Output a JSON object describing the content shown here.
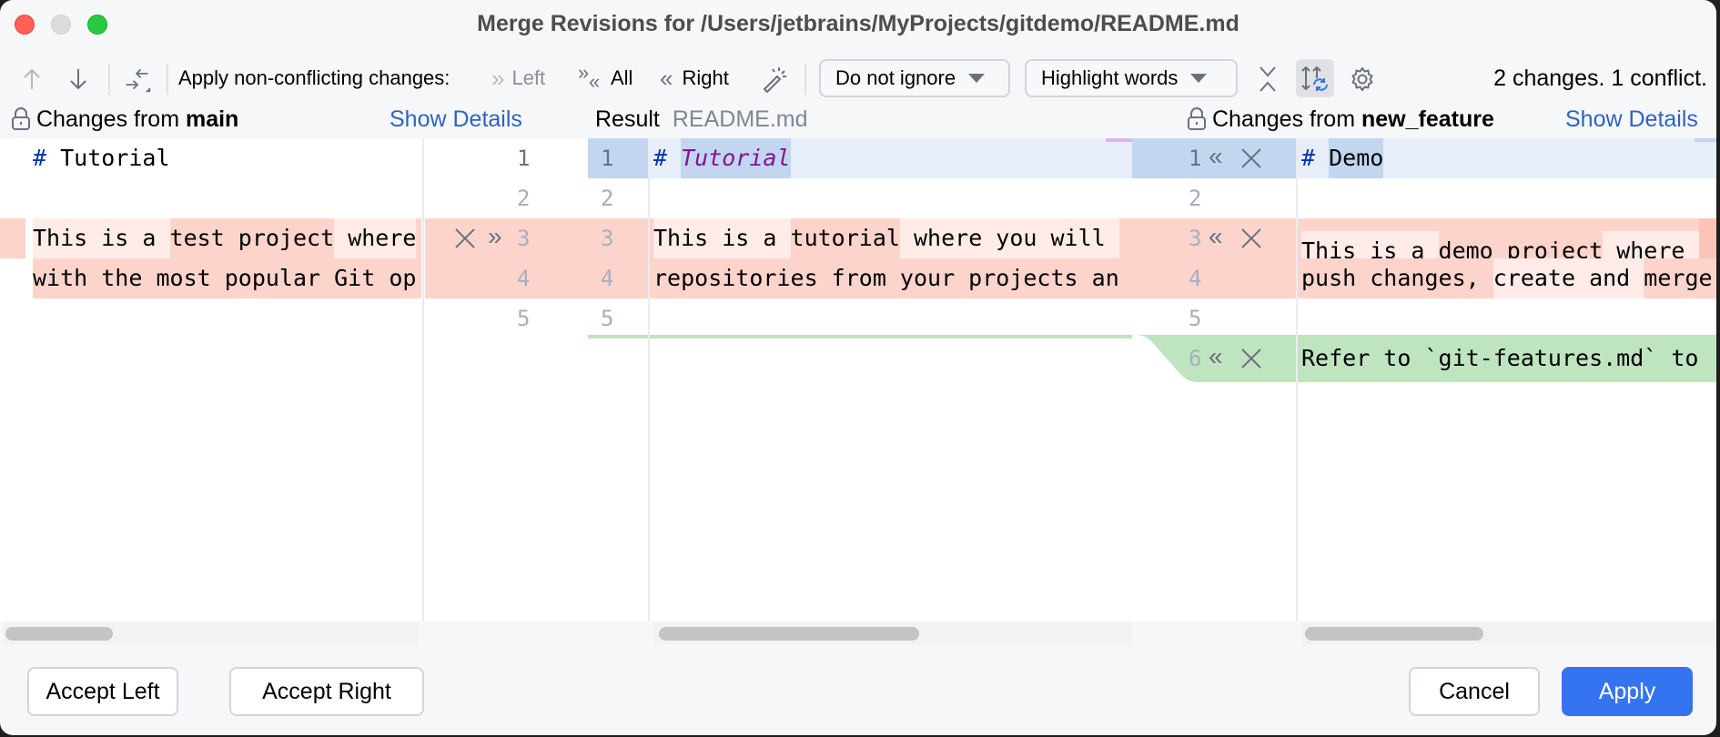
{
  "window": {
    "title": "Merge Revisions for /Users/jetbrains/MyProjects/gitdemo/README.md",
    "traffic_lights": [
      "close",
      "minimize",
      "maximize"
    ]
  },
  "toolbar": {
    "prev_difference_icon": "arrow-up-icon",
    "next_difference_icon": "arrow-down-icon",
    "resolve_icon": "merge-arrows-icon",
    "apply_non_conflicting_label": "Apply non-conflicting changes:",
    "apply_left_label": "Left",
    "apply_all_label": "All",
    "apply_right_label": "Right",
    "magic_resolve_icon": "magic-wand-icon",
    "whitespace_dropdown": {
      "selected": "Do not ignore"
    },
    "highlight_dropdown": {
      "selected": "Highlight words"
    },
    "collapse_icon": "collapse-unchanged-icon",
    "sync_scroll_icon": "sync-scroll-icon",
    "settings_icon": "gear-icon",
    "status": "2 changes. 1 conflict."
  },
  "panels": {
    "left": {
      "header_prefix": "Changes from ",
      "branch": "main",
      "show_details": "Show Details",
      "lines": [
        {
          "num": 1,
          "hash": "#",
          "text": " Tutorial"
        },
        {
          "num": 2,
          "text": ""
        },
        {
          "num": 3,
          "parts": [
            "This is a ",
            "test project",
            " where"
          ]
        },
        {
          "num": 4,
          "parts": [
            "with the most popular Git op"
          ]
        },
        {
          "num": 5,
          "text": ""
        }
      ]
    },
    "result": {
      "label": "Result",
      "file": "README.md",
      "lines": [
        {
          "num": 1,
          "hash": "#",
          "text": "Tutorial"
        },
        {
          "num": 2,
          "text": ""
        },
        {
          "num": 3,
          "parts": [
            "This is a ",
            "tutorial",
            " where you will "
          ]
        },
        {
          "num": 4,
          "parts": [
            "repositories from your projects an"
          ]
        },
        {
          "num": 5,
          "text": ""
        }
      ]
    },
    "right": {
      "header_prefix": "Changes from ",
      "branch": "new_feature",
      "show_details": "Show Details",
      "lines": [
        {
          "num": 1,
          "hash": "#",
          "text": "Demo"
        },
        {
          "num": 2,
          "text": ""
        },
        {
          "num": 3,
          "parts": [
            "This is a ",
            "demo project",
            " where "
          ]
        },
        {
          "num": 4,
          "parts": [
            "push changes, ",
            "create",
            " and ",
            "merge"
          ]
        },
        {
          "num": 5,
          "text": ""
        },
        {
          "num": 6,
          "text": "Refer to `git-features.md` to"
        }
      ]
    }
  },
  "gutter": {
    "left_numbers": [
      "1",
      "2",
      "3",
      "4",
      "5"
    ],
    "result_numbers": [
      "1",
      "2",
      "3",
      "4",
      "5"
    ],
    "right_numbers": [
      "1",
      "2",
      "3",
      "4",
      "5",
      "6"
    ],
    "left_actions_line3": [
      "ignore-icon",
      "accept-right-arrow-icon"
    ],
    "right_actions": [
      "accept-left-arrow-icon",
      "ignore-icon"
    ]
  },
  "footer": {
    "accept_left": "Accept Left",
    "accept_right": "Accept Right",
    "cancel": "Cancel",
    "apply": "Apply"
  },
  "colors": {
    "conflict_bg": "#ffebe8",
    "conflict_word_bg": "#fdd4cb",
    "modified_bg": "#e7eefa",
    "modified_word_bg": "#c2d6f0",
    "added_bg": "#bfe4c0",
    "primary_button": "#3574f0",
    "link": "#2e63c2"
  }
}
